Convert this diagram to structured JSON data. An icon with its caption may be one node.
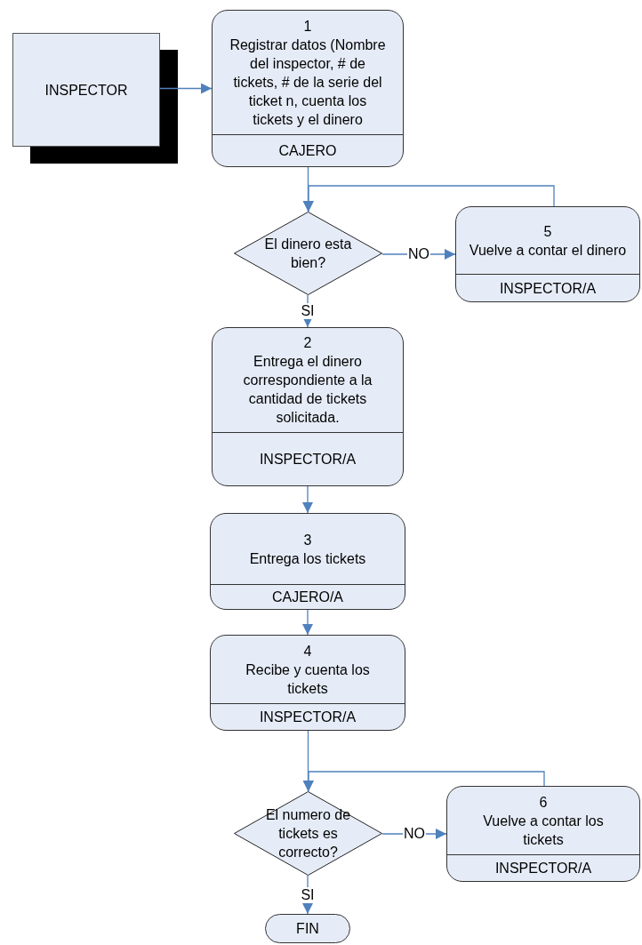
{
  "diagram": {
    "nodes": [
      {
        "text": [
          "INSPECTOR"
        ]
      },
      {
        "text": [
          "1",
          "Registrar datos (Nombre del inspector, # de tickets, # de la serie del ticket n, cuenta los tickets y el dinero",
          "CAJERO"
        ]
      },
      {
        "text": [
          "El dinero esta bien?"
        ]
      },
      {
        "text": [
          "5",
          "Vuelve a contar el dinero",
          "INSPECTOR/A"
        ]
      },
      {
        "text": [
          "2",
          "Entrega el dinero correspondiente a la cantidad de tickets solicitada.",
          "INSPECTOR/A"
        ]
      },
      {
        "text": [
          "3",
          "Entrega los tickets",
          "CAJERO/A"
        ]
      },
      {
        "text": [
          "4",
          "Recibe y cuenta los tickets",
          "INSPECTOR/A"
        ]
      },
      {
        "text": [
          "El numero de tickets es correcto?"
        ]
      },
      {
        "text": [
          "6",
          "Vuelve a contar los tickets",
          "INSPECTOR/A"
        ]
      },
      {
        "text": [
          "FIN"
        ]
      }
    ],
    "edges": [
      {
        "from": 0,
        "to": 1,
        "arrow": "to"
      },
      {
        "from": 1,
        "to": 2,
        "arrow": "to"
      },
      {
        "from": 2,
        "to": 3,
        "arrow": "to",
        "label": "NO"
      },
      {
        "from": 3,
        "to": 2,
        "arrow": "to"
      },
      {
        "from": 2,
        "to": 4,
        "arrow": "to",
        "label": "SI"
      },
      {
        "from": 4,
        "to": 5,
        "arrow": "to"
      },
      {
        "from": 5,
        "to": 6,
        "arrow": "to"
      },
      {
        "from": 6,
        "to": 7,
        "arrow": "to"
      },
      {
        "from": 7,
        "to": 8,
        "arrow": "to",
        "label": "NO"
      },
      {
        "from": 8,
        "to": 7,
        "arrow": "to"
      },
      {
        "from": 7,
        "to": 9,
        "arrow": "to",
        "label": "SI"
      }
    ]
  }
}
